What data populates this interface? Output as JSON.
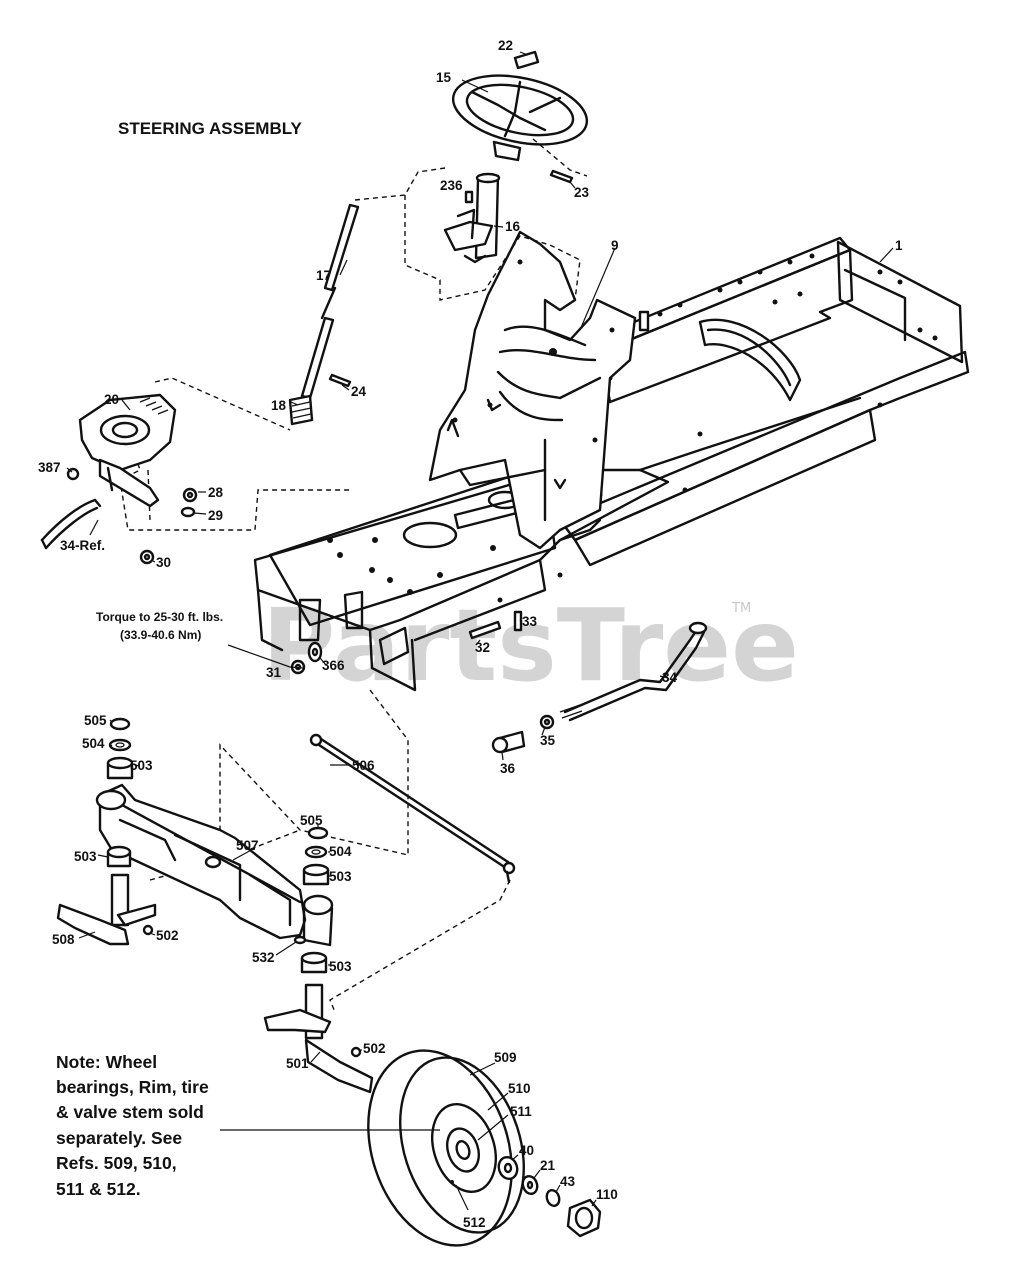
{
  "title": "STEERING ASSEMBLY",
  "watermark": {
    "text": "PartsTree",
    "tm": "TM"
  },
  "torque_note": {
    "line1": "Torque to 25-30 ft. lbs.",
    "line2": "(33.9-40.6 Nm)"
  },
  "note": {
    "lines": [
      "Note:  Wheel",
      "bearings, Rim, tire",
      "& valve stem sold",
      "separately. See",
      "Refs. 509, 510,",
      "511 & 512."
    ]
  },
  "labels": {
    "p22": "22",
    "p15": "15",
    "p23": "23",
    "p236": "236",
    "p16": "16",
    "p17": "17",
    "p24": "24",
    "p18": "18",
    "p20": "20",
    "p9": "9",
    "p1": "1",
    "p387": "387",
    "p28": "28",
    "p29": "29",
    "p34ref": "34-Ref.",
    "p30": "30",
    "p31": "31",
    "p366": "366",
    "p32": "32",
    "p33": "33",
    "p34": "34",
    "p35": "35",
    "p36": "36",
    "p505a": "505",
    "p504a": "504",
    "p503a": "503",
    "p506a": "506",
    "p503b": "503",
    "p507": "507",
    "p505b": "505",
    "p504b": "504",
    "p503c": "503",
    "p508": "508",
    "p502a": "502",
    "p532": "532",
    "p503d": "503",
    "p501": "501",
    "p502b": "502",
    "p509": "509",
    "p510": "510",
    "p511": "511",
    "p40": "40",
    "p21": "21",
    "p43": "43",
    "p110": "110",
    "p512": "512"
  }
}
